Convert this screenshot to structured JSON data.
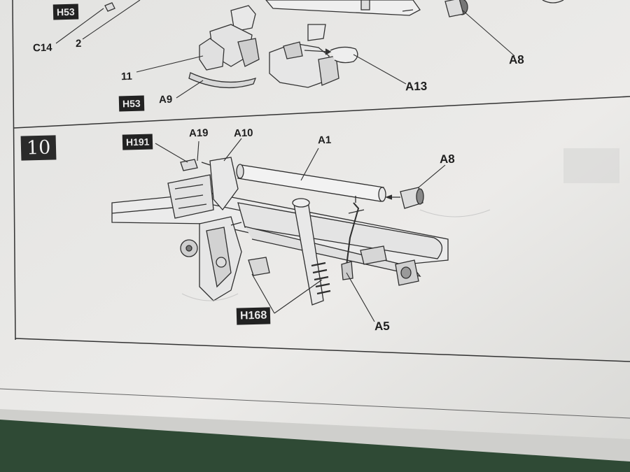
{
  "step_number": "10",
  "upper_step": {
    "labels": {
      "h53_top": "H53",
      "c14": "C14",
      "two": "2",
      "eleven": "11",
      "h53_bottom": "H53",
      "a9": "A9",
      "a13": "A13",
      "a8": "A8"
    }
  },
  "step_10": {
    "labels": {
      "h191": "H191",
      "a19": "A19",
      "a10": "A10",
      "a1": "A1",
      "a8": "A8",
      "h168": "H168",
      "a5": "A5"
    }
  },
  "colors": {
    "paper": "#e6e6e4",
    "ink": "#2a2a2a",
    "background_cloth": "#2f4a35"
  }
}
